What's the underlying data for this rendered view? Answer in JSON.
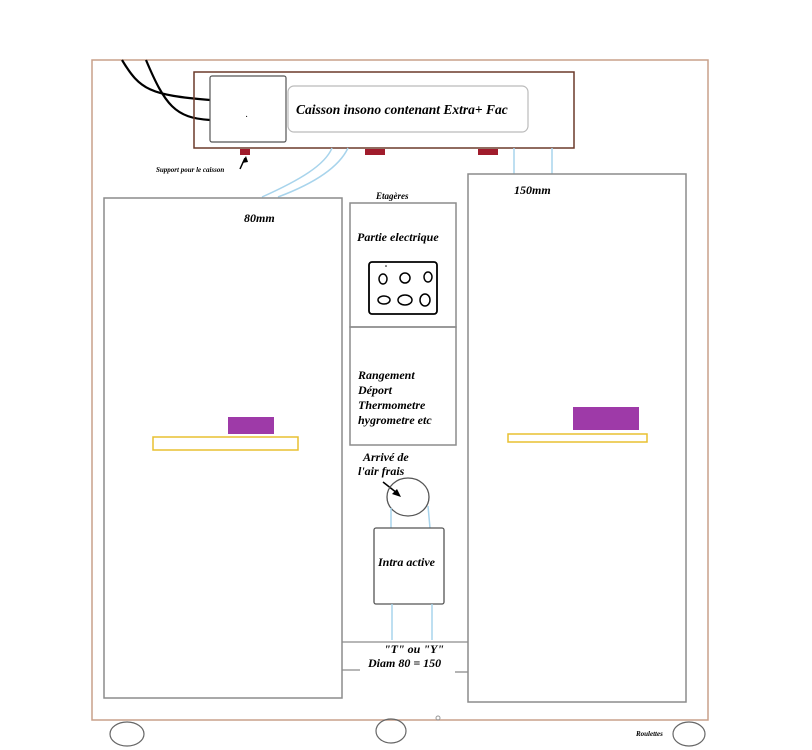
{
  "labels": {
    "caisson": "Caisson insono contenant Extra+ Fac",
    "support": "Support pour le caisson",
    "duct_left": "80mm",
    "duct_right": "150mm",
    "etageres": "Etagères",
    "partie_electrique": "Partie electrique",
    "rangement": [
      "Rangement",
      "Déport",
      "Thermometre",
      "hygrometre etc"
    ],
    "arrivee": [
      "Arrivé de",
      "l'air frais"
    ],
    "intra": "Intra active",
    "t_ou_y": "\"T\" ou \"Y\"",
    "diam": "Diam 80 = 150",
    "roulettes": "Roulettes",
    "dot": "."
  },
  "colors": {
    "frame": "#c9a08a",
    "caisson_border": "#6b3a2a",
    "tent_border": "#8c8c8c",
    "duct": "#a8d4ec",
    "support": "#a01c2c",
    "lamp": "#e8c030",
    "light": "#9e3aa8"
  },
  "icons": {
    "outlet": "power-strip-icon",
    "arrow": "arrow-icon",
    "wheel": "wheel-icon"
  }
}
